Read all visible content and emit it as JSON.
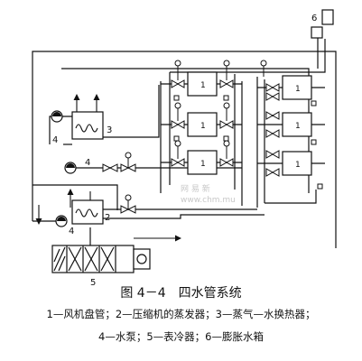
{
  "diagram": {
    "labels": {
      "tank": "6",
      "heat_exchanger": "3",
      "pump_top": "4",
      "pump_middle": "4",
      "evaporator": "2",
      "pump_bottom": "4",
      "air_cooler": "5"
    },
    "unit_label": "1",
    "watermark": [
      "网 易 新",
      "www.chm.mu"
    ]
  },
  "caption": {
    "title": "图 4－4　四水管系统",
    "legend_line1": "1—风机盘管；2—压缩机的蒸发器；3—蒸气—水换热器；",
    "legend_line2": "4—水泵；5—表冷器；6—膨胀水箱"
  }
}
